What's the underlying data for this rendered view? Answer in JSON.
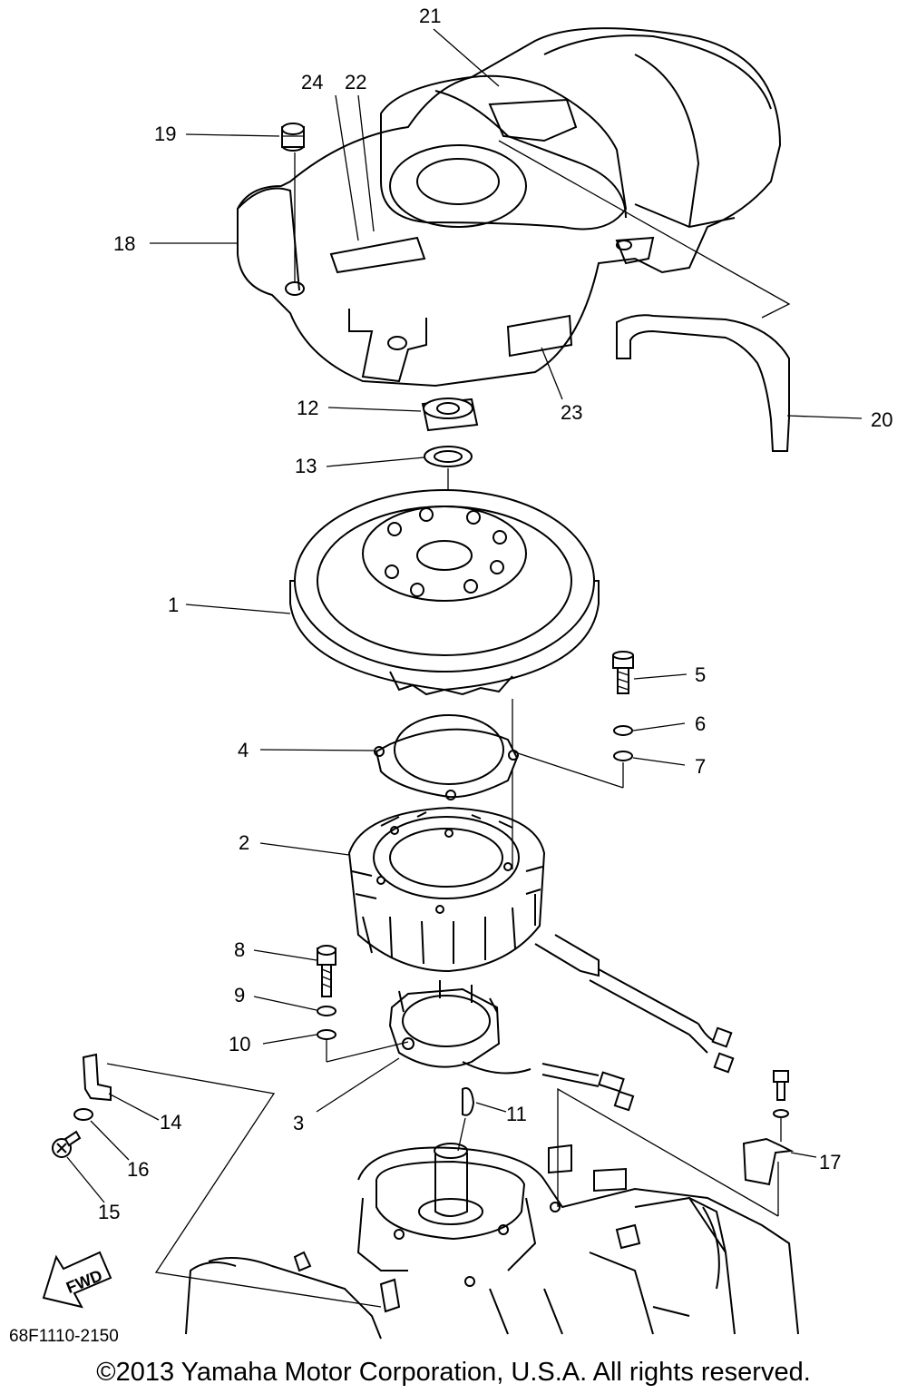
{
  "diagram": {
    "code": "68F1110-2150",
    "copyright": "©2013 Yamaha Motor Corporation, U.S.A. All rights reserved.",
    "fwd_label": "FWD",
    "callouts": {
      "p1": "1",
      "p2": "2",
      "p3": "3",
      "p4": "4",
      "p5": "5",
      "p6": "6",
      "p7": "7",
      "p8": "8",
      "p9": "9",
      "p10": "10",
      "p11": "11",
      "p12": "12",
      "p13": "13",
      "p14": "14",
      "p15": "15",
      "p16": "16",
      "p17": "17",
      "p18": "18",
      "p19": "19",
      "p20": "20",
      "p21": "21",
      "p22": "22",
      "p23": "23",
      "p24": "24"
    }
  }
}
